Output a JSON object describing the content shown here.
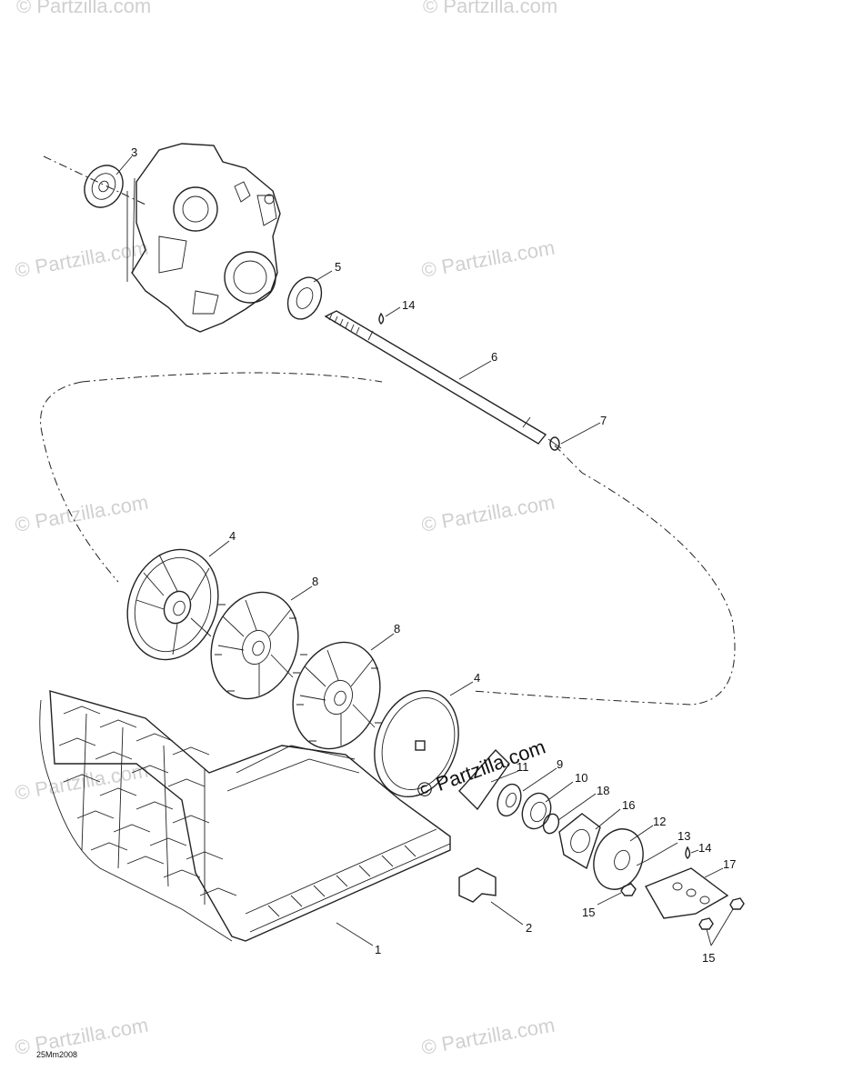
{
  "watermark_text": "© Partzilla.com",
  "brand_overlay": "© Partzilla.com",
  "drawing_code": "25Mm2008",
  "callouts": {
    "c1": "1",
    "c2": "2",
    "c3": "3",
    "c4a": "4",
    "c4b": "4",
    "c5": "5",
    "c6": "6",
    "c7": "7",
    "c8a": "8",
    "c8b": "8",
    "c9": "9",
    "c10": "10",
    "c11": "11",
    "c12": "12",
    "c13": "13",
    "c14a": "14",
    "c14b": "14",
    "c15a": "15",
    "c15b": "15",
    "c16": "16",
    "c17": "17",
    "c18": "18"
  }
}
